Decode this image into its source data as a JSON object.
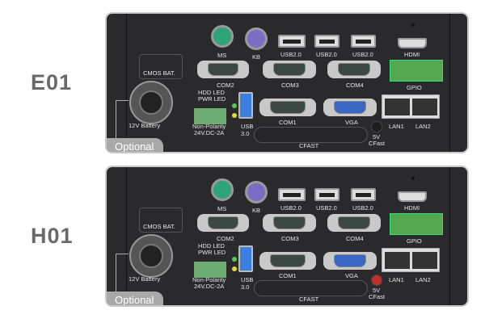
{
  "panels": [
    {
      "model": "E01",
      "cmos": "CMOS  BAT.",
      "battery": "12V  Battery",
      "optional": "Optional",
      "ms": "MS",
      "kb": "KB",
      "usb2": [
        "USB2.0",
        "USB2.0",
        "USB2.0"
      ],
      "hdmi": "HDMI",
      "com2": "COM2",
      "com3": "COM3",
      "com4": "COM4",
      "gpio": "GPIO",
      "hdd_led": "HDD  LED",
      "pwr_led": "PWR  LED",
      "nonpol": "Non-Polarity",
      "power": "24V.DC-2A",
      "usb3a": "USB",
      "usb3b": "3.0",
      "com1": "COM1",
      "vga": "VGA",
      "cfast": "CFAST",
      "v5": "5V",
      "cfast2": "CFast",
      "lan1": "LAN1",
      "lan2": "LAN2",
      "cfast_led": "#1e1e1e"
    },
    {
      "model": "H01",
      "cmos": "CMOS  BAT.",
      "battery": "12V  Battery",
      "optional": "Optional",
      "ms": "MS",
      "kb": "KB",
      "usb2": [
        "USB2.0",
        "USB2.0",
        "USB2.0"
      ],
      "hdmi": "HDMI",
      "com2": "COM2",
      "com3": "COM3",
      "com4": "COM4",
      "gpio": "GPIO",
      "hdd_led": "HDD  LED",
      "pwr_led": "PWR  LED",
      "nonpol": "Non-Polarity",
      "power": "24V.DC-2A",
      "usb3a": "USB",
      "usb3b": "3.0",
      "com1": "COM1",
      "vga": "VGA",
      "cfast": "CFAST",
      "v5": "5V",
      "cfast2": "CFast",
      "lan1": "LAN1",
      "lan2": "LAN2",
      "cfast_led": "#c0302a"
    }
  ]
}
